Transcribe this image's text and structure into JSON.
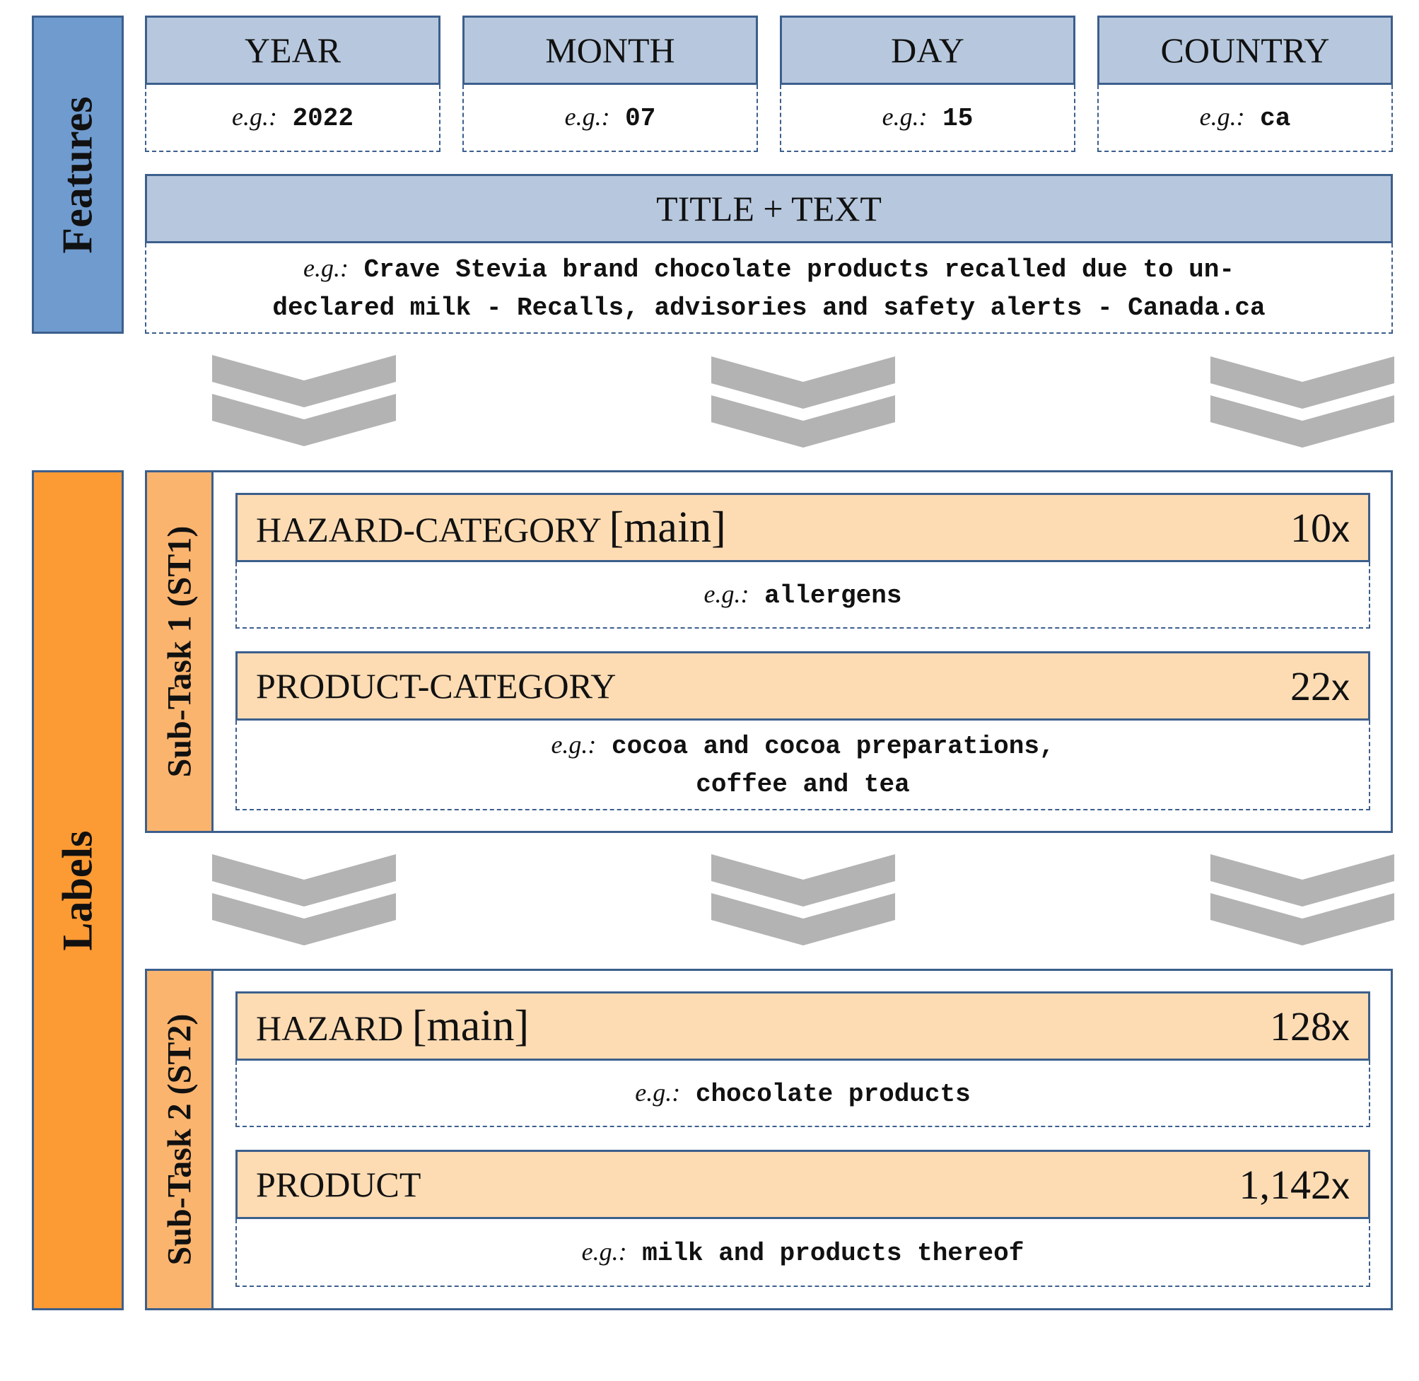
{
  "sections": {
    "features_label": "Features",
    "labels_label": "Labels"
  },
  "example_prefix": "e.g.:",
  "features": {
    "fields": [
      {
        "name": "YEAR",
        "example": "2022"
      },
      {
        "name": "MONTH",
        "example": "07"
      },
      {
        "name": "DAY",
        "example": "15"
      },
      {
        "name": "COUNTRY",
        "example": "ca"
      }
    ],
    "title_text": {
      "name": "TITLE + TEXT",
      "example_line1": "Crave Stevia brand chocolate products recalled due to un-",
      "example_line2": "declared milk - Recalls, advisories and safety alerts - Canada.ca"
    }
  },
  "subtasks": [
    {
      "label": "Sub-Task 1 (ST1)",
      "items": [
        {
          "name": "HAZARD-CATEGORY",
          "tag": "[main]",
          "count": "10",
          "unit": "x",
          "example_line1": "allergens",
          "example_line2": ""
        },
        {
          "name": "PRODUCT-CATEGORY",
          "tag": "",
          "count": "22",
          "unit": "x",
          "example_line1": "cocoa and cocoa preparations,",
          "example_line2": "coffee and tea"
        }
      ]
    },
    {
      "label": "Sub-Task 2 (ST2)",
      "items": [
        {
          "name": "HAZARD",
          "tag": "[main]",
          "count": "128",
          "unit": "x",
          "example_line1": "chocolate products",
          "example_line2": ""
        },
        {
          "name": "PRODUCT",
          "tag": "",
          "count": "1,142",
          "unit": "x",
          "example_line1": "milk and products thereof",
          "example_line2": ""
        }
      ]
    }
  ],
  "colors": {
    "features_side": "#6f9bcf",
    "labels_side": "#fc9a33",
    "feature_header": "#b7c8de",
    "subtask_side": "#fbb46e",
    "label_header": "#fddcb4",
    "border": "#3c5f8c",
    "chevron": "#b3b3b3"
  }
}
